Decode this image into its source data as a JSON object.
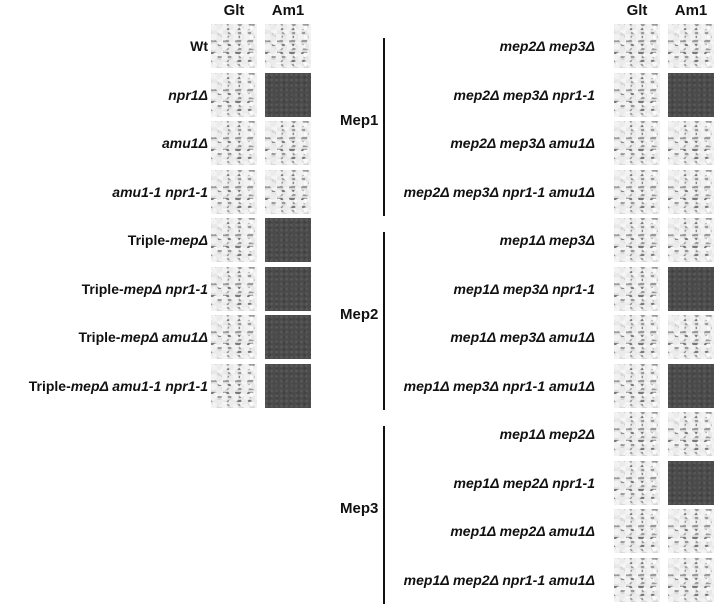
{
  "headers": {
    "glt": "Glt",
    "am1": "Am1"
  },
  "left_rows": [
    {
      "pre": "Wt",
      "it": "",
      "post": "",
      "glt": "growth",
      "am1": "growth"
    },
    {
      "pre": "",
      "it": "npr1Δ",
      "post": "",
      "glt": "growth",
      "am1": "nogrowth"
    },
    {
      "pre": "",
      "it": "amu1Δ",
      "post": "",
      "glt": "growth",
      "am1": "growth"
    },
    {
      "pre": "",
      "it": "amu1-1 npr1-1",
      "post": "",
      "glt": "growth",
      "am1": "growth"
    },
    {
      "pre": "Triple-",
      "it": "mepΔ",
      "post": "",
      "glt": "growth",
      "am1": "nogrowth"
    },
    {
      "pre": "Triple-",
      "it": "mepΔ npr1-1",
      "post": "",
      "glt": "growth",
      "am1": "nogrowth"
    },
    {
      "pre": "Triple-",
      "it": "mepΔ amu1Δ",
      "post": "",
      "glt": "growth",
      "am1": "nogrowth"
    },
    {
      "pre": "Triple-",
      "it": "mepΔ amu1-1 npr1-1",
      "post": "",
      "glt": "growth",
      "am1": "nogrowth"
    }
  ],
  "groups": [
    {
      "name": "Mep1",
      "rows": [
        {
          "it": "mep2Δ mep3Δ",
          "glt": "growth",
          "am1": "growth"
        },
        {
          "it": "mep2Δ mep3Δ npr1-1",
          "glt": "growth",
          "am1": "nogrowth"
        },
        {
          "it": "mep2Δ mep3Δ amu1Δ",
          "glt": "growth",
          "am1": "growth"
        },
        {
          "it": "mep2Δ mep3Δ npr1-1 amu1Δ",
          "glt": "growth",
          "am1": "growth"
        }
      ]
    },
    {
      "name": "Mep2",
      "rows": [
        {
          "it": "mep1Δ mep3Δ",
          "glt": "growth",
          "am1": "growth"
        },
        {
          "it": "mep1Δ mep3Δ npr1-1",
          "glt": "growth",
          "am1": "nogrowth"
        },
        {
          "it": "mep1Δ mep3Δ amu1Δ",
          "glt": "growth",
          "am1": "growth"
        },
        {
          "it": "mep1Δ mep3Δ npr1-1 amu1Δ",
          "glt": "growth",
          "am1": "nogrowth"
        }
      ]
    },
    {
      "name": "Mep3",
      "rows": [
        {
          "it": "mep1Δ mep2Δ",
          "glt": "growth",
          "am1": "growth"
        },
        {
          "it": "mep1Δ mep2Δ npr1-1",
          "glt": "growth",
          "am1": "nogrowth"
        },
        {
          "it": "mep1Δ mep2Δ amu1Δ",
          "glt": "growth",
          "am1": "growth"
        },
        {
          "it": "mep1Δ mep2Δ npr1-1 amu1Δ",
          "glt": "growth",
          "am1": "growth"
        }
      ]
    }
  ]
}
